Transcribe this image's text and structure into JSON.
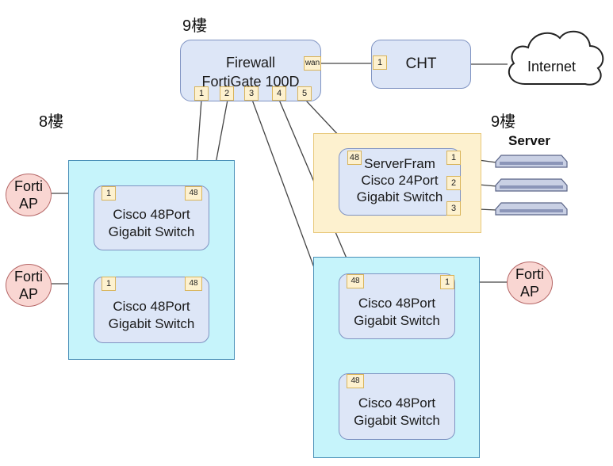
{
  "floors": {
    "top_left": "9樓",
    "left": "8樓",
    "right": "9樓"
  },
  "firewall": {
    "line1": "Firewall",
    "line2": "FortiGate 100D",
    "wan_port": "wan",
    "ports": [
      "1",
      "2",
      "3",
      "4",
      "5"
    ]
  },
  "cht": {
    "label": "CHT",
    "port": "1"
  },
  "internet": {
    "label": "Internet"
  },
  "server_room": {
    "line1": "ServerFram",
    "line2": "Cisco 24Port",
    "line3": "Gigabit Switch",
    "uplink_port": "48",
    "ports": [
      "1",
      "2",
      "3"
    ]
  },
  "servers": {
    "label": "Server"
  },
  "switch_8f_a": {
    "line1": "Cisco 48Port",
    "line2": "Gigabit Switch",
    "port_left": "1",
    "port_right": "48"
  },
  "switch_8f_b": {
    "line1": "Cisco 48Port",
    "line2": "Gigabit Switch",
    "port_left": "1",
    "port_right": "48"
  },
  "switch_9f_a": {
    "line1": "Cisco 48Port",
    "line2": "Gigabit Switch",
    "port_left": "48",
    "port_right": "1"
  },
  "switch_9f_b": {
    "line1": "Cisco 48Port",
    "line2": "Gigabit Switch",
    "port_left": "48"
  },
  "ap_8f_a": {
    "line1": "Forti",
    "line2": "AP"
  },
  "ap_8f_b": {
    "line1": "Forti",
    "line2": "AP"
  },
  "ap_9f": {
    "line1": "Forti",
    "line2": "AP"
  },
  "colors": {
    "zone_blue": "#c6f4fb",
    "zone_yellow": "#fdf1cf",
    "node": "#dde6f7",
    "port": "#fdf1cf",
    "ap": "#f9d6d2",
    "wire": "#333333"
  }
}
